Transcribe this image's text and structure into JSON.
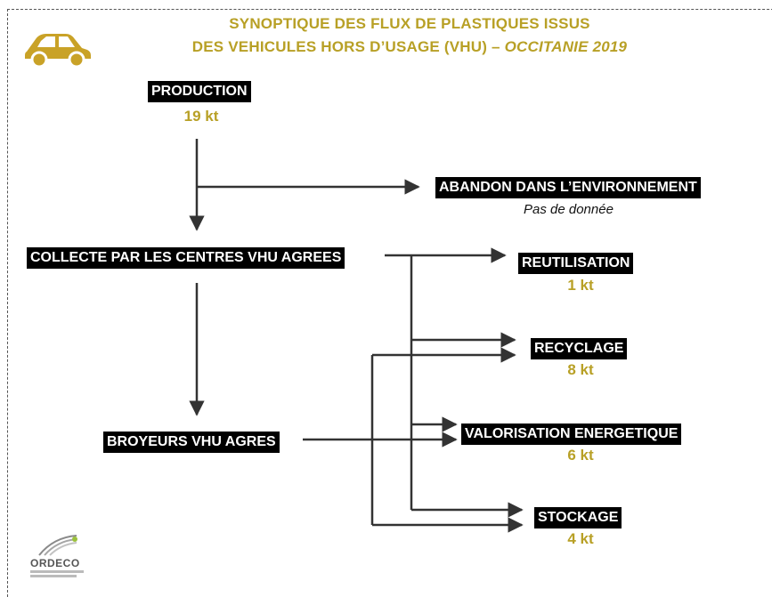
{
  "title": {
    "line1": "SYNOPTIQUE DES FLUX DE PLASTIQUES ISSUS",
    "line2_main": "DES VEHICULES HORS D’USAGE (VHU) – ",
    "line2_italic": "OCCITANIE 2019"
  },
  "nodes": {
    "production": {
      "label": "PRODUCTION",
      "value": "19 kt"
    },
    "abandon": {
      "label": "ABANDON DANS L’ENVIRONNEMENT",
      "note": "Pas de donnée"
    },
    "collecte": {
      "label": "COLLECTE PAR LES CENTRES VHU AGREES"
    },
    "broyeurs": {
      "label": "BROYEURS VHU AGRES"
    },
    "reutilisation": {
      "label": "REUTILISATION",
      "value": "1 kt"
    },
    "recyclage": {
      "label": "RECYCLAGE",
      "value": "8 kt"
    },
    "valorisation": {
      "label": "VALORISATION ENERGETIQUE",
      "value": "6 kt"
    },
    "stockage": {
      "label": "STOCKAGE",
      "value": "4 kt"
    }
  },
  "logo": {
    "text": "ORDECO"
  },
  "icons": {
    "car": "car-icon"
  },
  "colors": {
    "accent": "#b8a026",
    "box": "#000000",
    "arrow": "#333333"
  }
}
